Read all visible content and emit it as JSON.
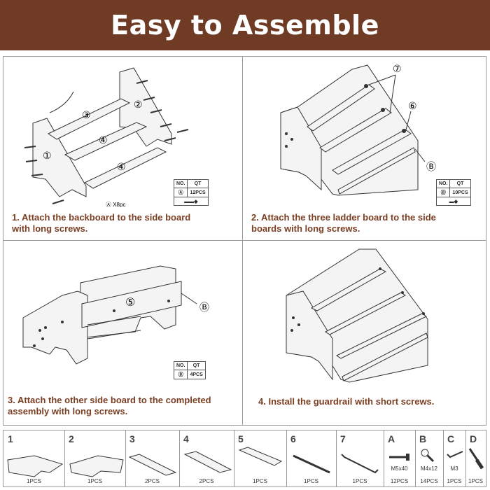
{
  "header": {
    "title": "Easy to Assemble",
    "bg_color": "#6f3b24"
  },
  "steps": [
    {
      "caption_line1": "1. Attach the backboard to the side board",
      "caption_line2": "with long screws.",
      "labels": [
        "③",
        "②",
        "④",
        "①",
        "④"
      ],
      "table": {
        "col_no": "NO.",
        "col_qt": "QT",
        "item": "Ⓐ",
        "qty": "12PCS"
      },
      "note": "Ⓐ X8pc"
    },
    {
      "caption_line1": "2. Attach the three ladder board to the side",
      "caption_line2": "boards with long screws.",
      "labels": [
        "⑦",
        "⑥",
        "Ⓑ"
      ],
      "table": {
        "col_no": "NO.",
        "col_qt": "QT",
        "item": "Ⓑ",
        "qty": "10PCS"
      }
    },
    {
      "caption_line1": "3. Attach the other side board to the completed",
      "caption_line2": "assembly with long screws.",
      "labels": [
        "⑤",
        "Ⓑ"
      ],
      "table": {
        "col_no": "NO.",
        "col_qt": "QT",
        "item": "Ⓑ",
        "qty": "4PCS"
      }
    },
    {
      "caption_line1": "4. Install the guardrail with short screws.",
      "caption_line2": ""
    }
  ],
  "parts": [
    {
      "id": "1",
      "qty": "1PCS",
      "spec": "",
      "icon": "side-board-icon"
    },
    {
      "id": "2",
      "qty": "1PCS",
      "spec": "",
      "icon": "side-board-icon"
    },
    {
      "id": "3",
      "qty": "2PCS",
      "spec": "",
      "icon": "plank-icon"
    },
    {
      "id": "4",
      "qty": "2PCS",
      "spec": "",
      "icon": "plank-icon"
    },
    {
      "id": "5",
      "qty": "1PCS",
      "spec": "",
      "icon": "backboard-icon"
    },
    {
      "id": "6",
      "qty": "1PCS",
      "spec": "",
      "icon": "rod-icon"
    },
    {
      "id": "7",
      "qty": "1PCS",
      "spec": "",
      "icon": "guardrail-icon"
    },
    {
      "id": "A",
      "qty": "12PCS",
      "spec": "M5x40",
      "icon": "long-screw-icon"
    },
    {
      "id": "B",
      "qty": "14PCS",
      "spec": "M4x12",
      "icon": "short-screw-icon"
    },
    {
      "id": "C",
      "qty": "1PCS",
      "spec": "M3",
      "icon": "hex-key-icon"
    },
    {
      "id": "D",
      "qty": "1PCS",
      "spec": "",
      "icon": "screwdriver-icon"
    }
  ]
}
